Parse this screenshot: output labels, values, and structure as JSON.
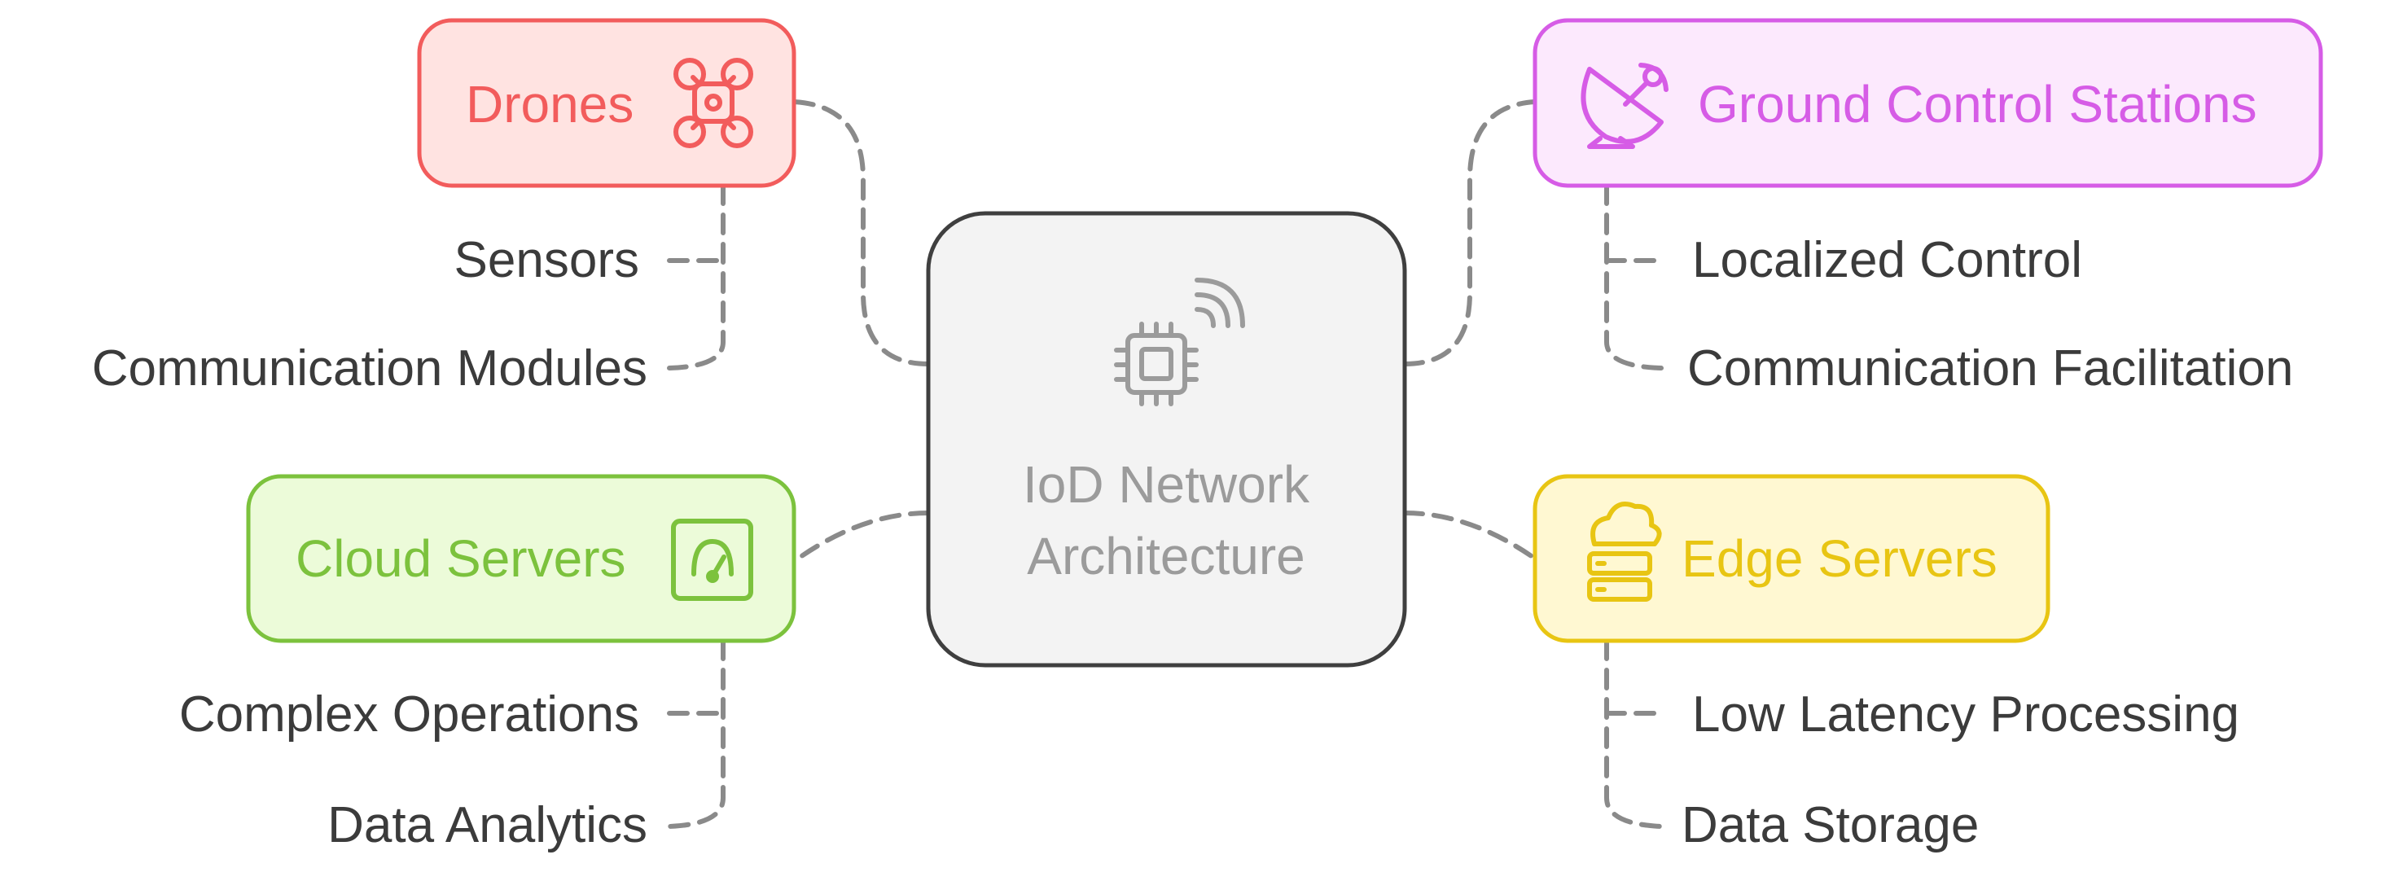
{
  "center": {
    "title_line1": "IoD Network",
    "title_line2": "Architecture",
    "icon": "chip-wireless-icon"
  },
  "nodes": {
    "drones": {
      "label": "Drones",
      "icon": "drone-icon",
      "color": "#f25c5c",
      "fill": "#ffe3e1",
      "children": [
        "Sensors",
        "Communication Modules"
      ]
    },
    "ground_control": {
      "label": "Ground Control Stations",
      "icon": "satellite-dish-icon",
      "color": "#d65ce6",
      "fill": "#fce9fd",
      "children": [
        "Localized Control",
        "Communication Facilitation"
      ]
    },
    "cloud_servers": {
      "label": "Cloud Servers",
      "icon": "gauge-icon",
      "color": "#7cc23d",
      "fill": "#ecfbd9",
      "children": [
        "Complex Operations",
        "Data Analytics"
      ]
    },
    "edge_servers": {
      "label": "Edge Servers",
      "icon": "cloud-server-icon",
      "color": "#e8c513",
      "fill": "#fff8d2",
      "children": [
        "Low Latency Processing",
        "Data Storage"
      ]
    }
  },
  "colors": {
    "connector": "#8a8a8a",
    "center_border": "#3f3f3f",
    "center_fill": "#f3f3f3",
    "center_text": "#9b9b9b",
    "child_text": "#3b3b3b"
  }
}
